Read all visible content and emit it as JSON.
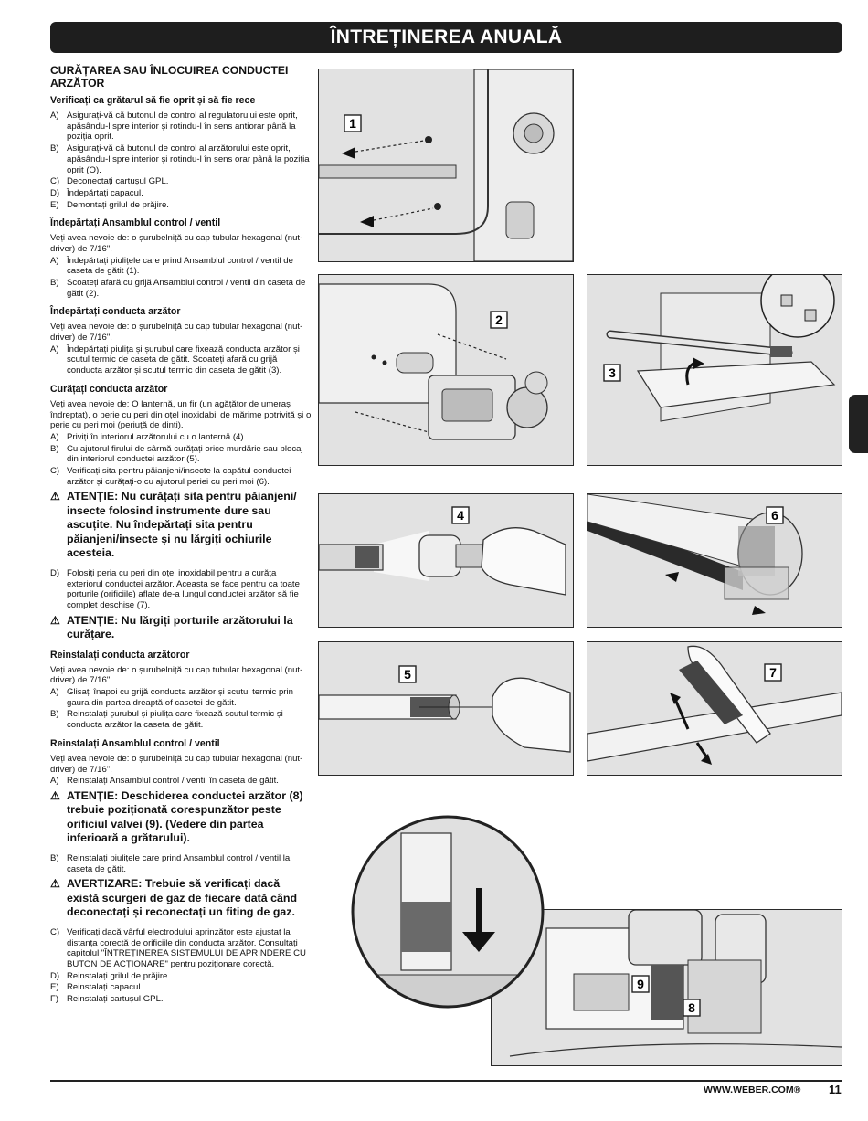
{
  "header": {
    "title": "ÎNTREȚINEREA ANUALĂ"
  },
  "section_title": "CURĂȚAREA SAU ÎNLOCUIREA CONDUCTEI ARZĂTOR",
  "s1": {
    "title": "Verificați ca grătarul să fie oprit și să fie rece",
    "items": [
      {
        "letter": "A)",
        "text": "Asigurați-vă că butonul de control al regulatorului este oprit, apăsându-l spre interior și rotindu-l în sens antiorar până la poziția oprit."
      },
      {
        "letter": "B)",
        "text": "Asigurați-vă că butonul de control al arzătorului este oprit, apăsându-l spre interior și rotindu-l în sens orar până la poziția oprit (O)."
      },
      {
        "letter": "C)",
        "text": "Deconectați cartușul GPL."
      },
      {
        "letter": "D)",
        "text": "Îndepărtați capacul."
      },
      {
        "letter": "E)",
        "text": "Demontați grilul de prăjire."
      }
    ]
  },
  "s2": {
    "title": "Îndepărtați Ansamblul control / ventil",
    "intro": "Veți avea nevoie de: o șurubelniță cu cap tubular hexagonal (nut-driver) de 7/16\".",
    "items": [
      {
        "letter": "A)",
        "text": "Îndepărtați piulițele care prind Ansamblul control / ventil de caseta de gătit (1)."
      },
      {
        "letter": "B)",
        "text": "Scoateți afară cu grijă Ansamblul control / ventil din caseta de gătit (2)."
      }
    ]
  },
  "s3": {
    "title": "Îndepărtați conducta arzător",
    "intro": "Veți avea nevoie de: o șurubelniță cu cap tubular hexagonal (nut-driver) de 7/16\".",
    "items": [
      {
        "letter": "A)",
        "text": "Îndepărtați piulița și șurubul care fixează conducta arzător și scutul termic de caseta de gătit. Scoateți afară cu grijă conducta arzător și scutul termic din caseta de gătit (3)."
      }
    ]
  },
  "s4": {
    "title": "Curățați conducta arzător",
    "intro": "Veți avea nevoie de: O lanternă, un fir (un agățător de umeraș îndreptat), o perie cu peri din oțel inoxidabil de mărime potrivită și o perie cu peri moi (periuță de dinți).",
    "items": [
      {
        "letter": "A)",
        "text": "Priviți în interiorul arzătorului cu o lanternă (4)."
      },
      {
        "letter": "B)",
        "text": "Cu ajutorul firului de sârmă curățați orice murdărie sau blocaj din interiorul conductei arzător (5)."
      },
      {
        "letter": "C)",
        "text": "Verificați sita pentru păianjeni/insecte la capătul conductei arzător și curățați-o cu ajutorul periei cu peri moi (6)."
      }
    ],
    "warning1": "ATENȚIE: Nu curățați sita pentru păianjeni/ insecte folosind instrumente dure sau ascuțite. Nu îndepărtați sita pentru păianjeni/insecte și nu lărgiți ochiurile acesteia.",
    "item_d": {
      "letter": "D)",
      "text": "Folosiți peria cu peri din oțel inoxidabil pentru a curăța exteriorul conductei arzător. Aceasta se face pentru ca toate porturile (orificiile) aflate de-a lungul conductei arzător să fie complet deschise (7)."
    },
    "warning2": "ATENȚIE: Nu lărgiți porturile arzătorului la curățare."
  },
  "s5": {
    "title": "Reinstalați conducta arzătoror",
    "intro": "Veți avea nevoie de: o șurubelniță cu cap tubular hexagonal (nut-driver) de 7/16\".",
    "items": [
      {
        "letter": "A)",
        "text": "Glisați înapoi cu grijă conducta arzător și scutul termic prin gaura din partea dreaptă of casetei de gătit."
      },
      {
        "letter": "B)",
        "text": "Reinstalați șurubul și piulița care fixează scutul termic și conducta arzător la caseta de gătit."
      }
    ]
  },
  "s6": {
    "title": "Reinstalați Ansamblul control / ventil",
    "intro": "Veți avea nevoie de: o șurubelniță cu cap tubular hexagonal (nut-driver) de 7/16\".",
    "item_a": {
      "letter": "A)",
      "text": "Reinstalați Ansamblul control / ventil în caseta de gătit."
    },
    "warning1": "ATENȚIE: Deschiderea conductei arzător (8) trebuie poziționată corespunzător peste orificiul valvei (9). (Vedere din partea inferioară a grătarului).",
    "item_b": {
      "letter": "B)",
      "text": "Reinstalați piulițele care prind Ansamblul control / ventil la caseta de gătit."
    },
    "warning2": "AVERTIZARE: Trebuie să verificați dacă există scurgeri de gaz de fiecare dată când deconectați și reconectați un fiting de gaz.",
    "items": [
      {
        "letter": "C)",
        "text": "Verificați dacă vârful electrodului aprinzător este ajustat la distanța corectă de orificiile din conducta arzător. Consultați capitolul \"ÎNTREȚINEREA SISTEMULUI DE APRINDERE CU BUTON DE ACȚIONARE\" pentru poziționare corectă."
      },
      {
        "letter": "D)",
        "text": "Reinstalați grilul de prăjire."
      },
      {
        "letter": "E)",
        "text": "Reinstalați capacul."
      },
      {
        "letter": "F)",
        "text": "Reinstalați cartușul GPL."
      }
    ]
  },
  "warn_symbol": "⚠",
  "figures": {
    "f1": "1",
    "f2": "2",
    "f3": "3",
    "f4": "4",
    "f5": "5",
    "f6": "6",
    "f7": "7",
    "f8": "8",
    "f9": "9"
  },
  "footer": {
    "url": "WWW.WEBER.COM®",
    "page": "11"
  }
}
